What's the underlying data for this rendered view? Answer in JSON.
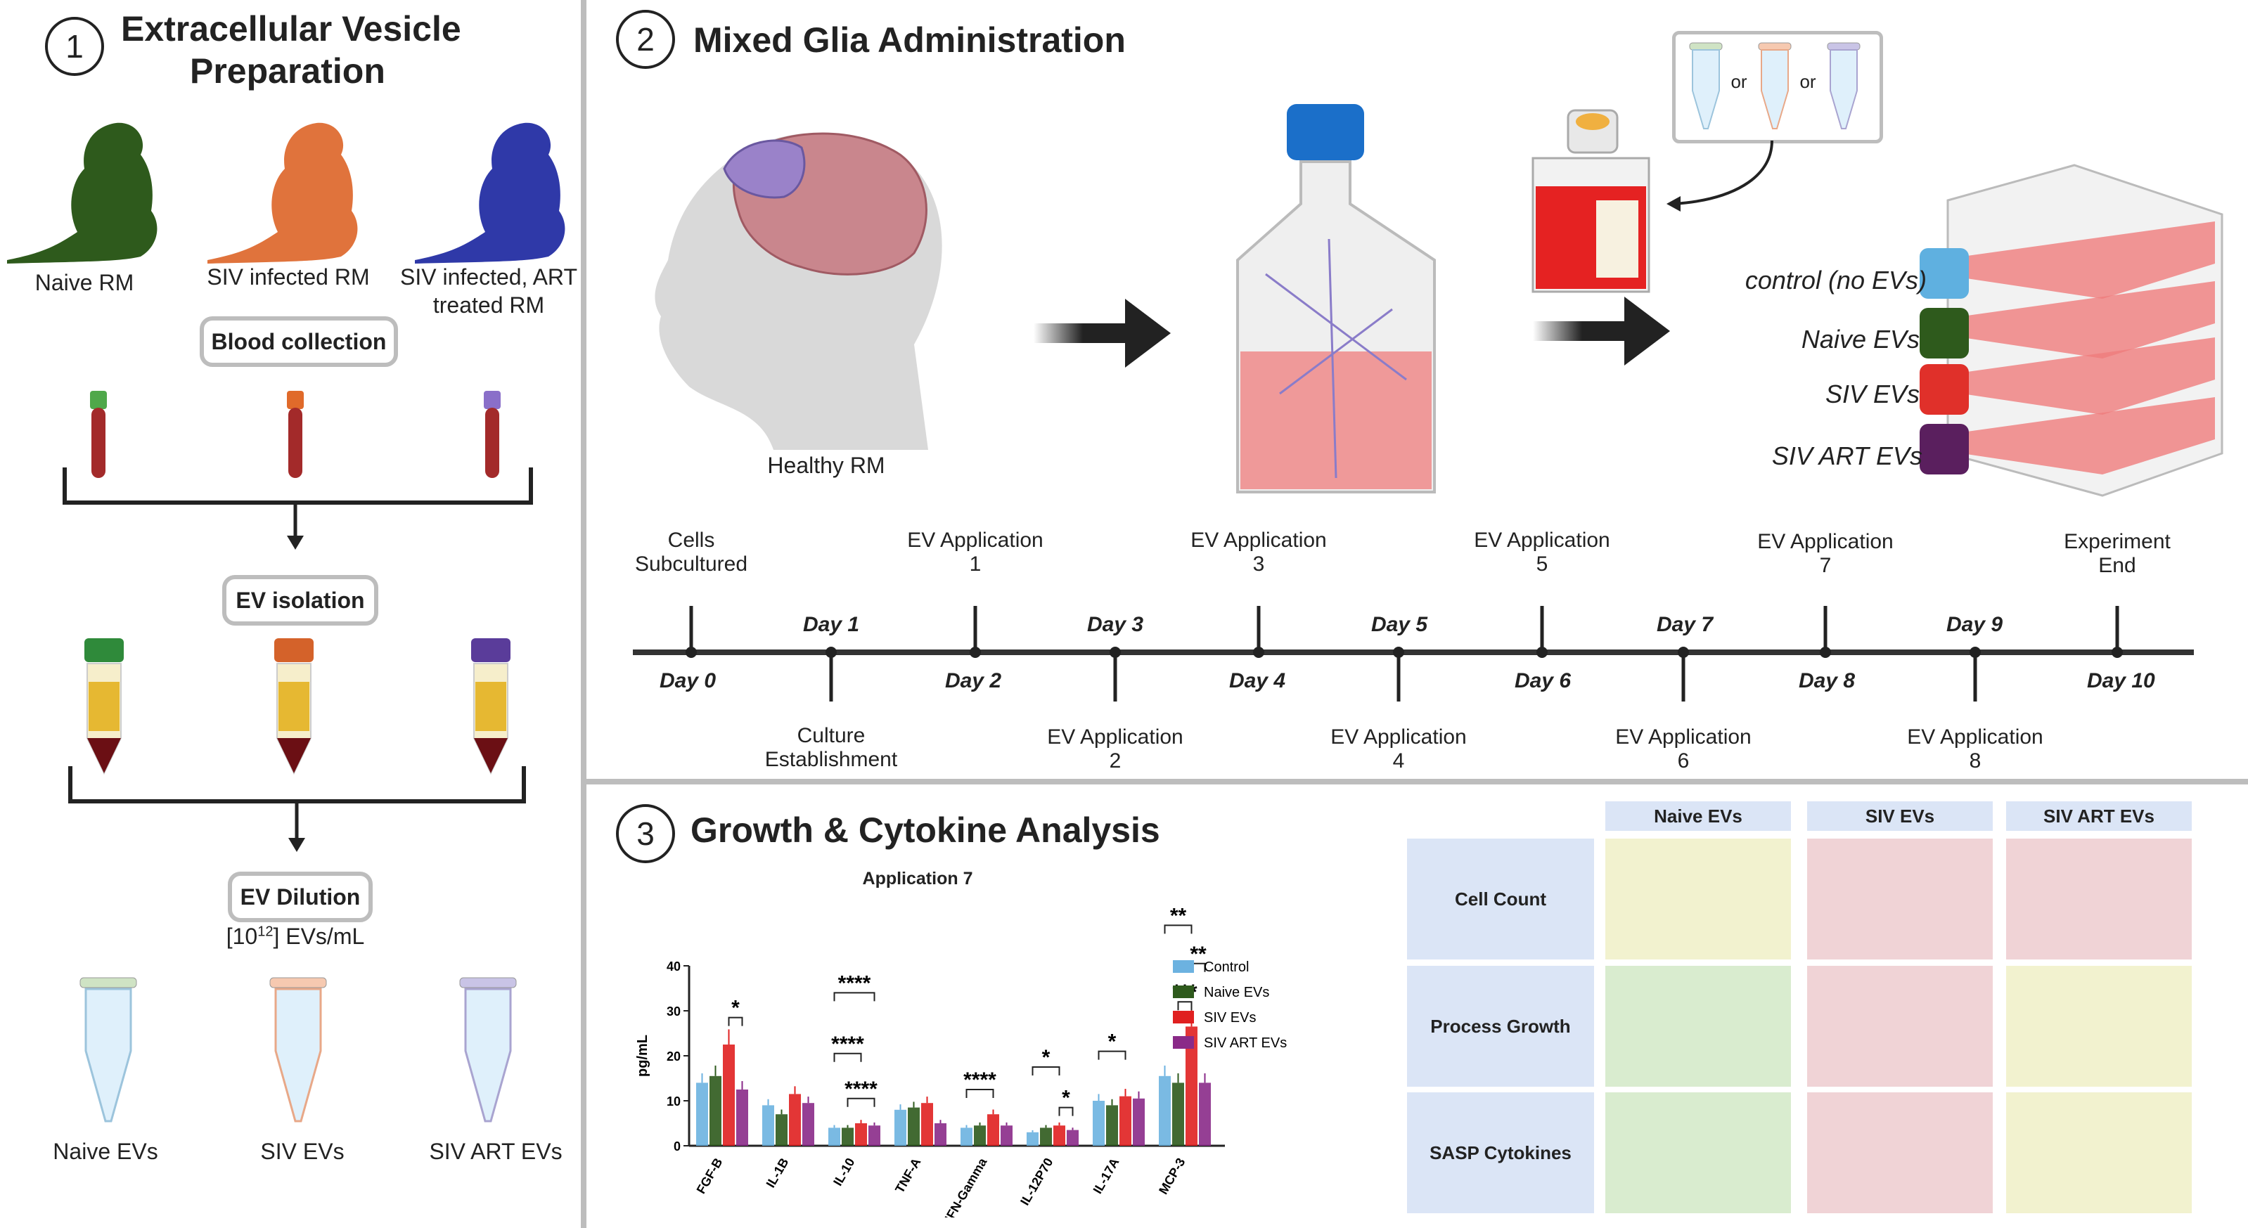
{
  "panel1": {
    "number": "1",
    "title_line1": "Extracellular Vesicle",
    "title_line2": "Preparation",
    "monkeys": [
      {
        "label": "Naive RM",
        "color": "#2e5a1c"
      },
      {
        "label": "SIV infected RM",
        "color": "#e0733c"
      },
      {
        "label_line1": "SIV infected, ART",
        "label_line2": "treated RM",
        "color": "#2f39a8"
      }
    ],
    "step1": "Blood collection",
    "step2": "EV isolation",
    "step3": "EV Dilution",
    "dilution_base": "[10",
    "dilution_exp": "12",
    "dilution_rest": "] EVs/mL",
    "tube_caps": [
      "#4fa84a",
      "#e06a2a",
      "#8a6fc9"
    ],
    "falcon_caps": [
      "#2f8a3a",
      "#d4622a",
      "#5a3c9a"
    ],
    "final": [
      "Naive EVs",
      "SIV EVs",
      "SIV ART EVs"
    ],
    "eppendorf_caps": [
      "#cfe3c4",
      "#f6c9b0",
      "#c9c4e6"
    ]
  },
  "panel2": {
    "number": "2",
    "title": "Mixed Glia Administration",
    "brain_label": "Healthy RM",
    "choice_or1": "or",
    "choice_or2": "or",
    "flask_labels": [
      "control (no EVs)",
      "Naive EVs",
      "SIV EVs",
      "SIV ART EVs"
    ],
    "flask_cap_colors": [
      "#5fb0e0",
      "#2e5a1c",
      "#e0302a",
      "#5a1f5e"
    ],
    "timeline_top": [
      {
        "line1": "Cells",
        "line2": "Subcultured"
      },
      {
        "line1": "EV Application",
        "line2": "1"
      },
      {
        "line1": "EV Application",
        "line2": "3"
      },
      {
        "line1": "EV Application",
        "line2": "5"
      },
      {
        "line1": "EV Application",
        "line2": "7"
      },
      {
        "line1": "Experiment",
        "line2": "End"
      }
    ],
    "timeline_bottom": [
      {
        "line1": "Culture",
        "line2": "Establishment"
      },
      {
        "line1": "EV Application",
        "line2": "2"
      },
      {
        "line1": "EV Application",
        "line2": "4"
      },
      {
        "line1": "EV Application",
        "line2": "6"
      },
      {
        "line1": "EV Application",
        "line2": "8"
      }
    ],
    "days_below": [
      "Day 0",
      "Day 2",
      "Day 4",
      "Day 6",
      "Day 8",
      "Day 10"
    ],
    "days_above": [
      "Day 1",
      "Day 3",
      "Day 5",
      "Day 7",
      "Day 9"
    ]
  },
  "panel3": {
    "number": "3",
    "title": "Growth & Cytokine Analysis",
    "table": {
      "columns": [
        "Naive EVs",
        "SIV EVs",
        "SIV ART EVs"
      ],
      "rows": [
        "Cell Count",
        "Process Growth",
        "SASP Cytokines"
      ],
      "cell_colors": [
        [
          "#f2f2cf",
          "#f0d3d6",
          "#f0d3d6"
        ],
        [
          "#d9eccf",
          "#f0d3d6",
          "#f2f2cf"
        ],
        [
          "#d9eccf",
          "#f0d3d6",
          "#f2f2cf"
        ]
      ]
    }
  },
  "chart_data": {
    "type": "bar",
    "title": "Application 7",
    "ylabel": "pg/mL",
    "xlabel": "",
    "ylim": [
      0,
      40
    ],
    "yticks": [
      0,
      10,
      20,
      30,
      40
    ],
    "categories": [
      "FGF-B",
      "IL-1B",
      "IL-10",
      "TNF-A",
      "IFN-Gamma",
      "IL-12P70",
      "IL-17A",
      "MCP-3"
    ],
    "series": [
      {
        "name": "Control",
        "color": "#6cb2e0",
        "values": [
          14,
          9,
          4,
          8,
          4,
          3,
          10,
          15.5
        ]
      },
      {
        "name": "Naive EVs",
        "color": "#2e5a1c",
        "values": [
          15.5,
          7,
          4,
          8.5,
          4.5,
          4,
          9,
          14
        ]
      },
      {
        "name": "SIV EVs",
        "color": "#e02020",
        "values": [
          22.5,
          11.5,
          5,
          9.5,
          7,
          4.5,
          11,
          26.5
        ]
      },
      {
        "name": "SIV ART EVs",
        "color": "#8a2a88",
        "values": [
          12.5,
          9.5,
          4.5,
          5,
          4.5,
          3.5,
          10.5,
          14
        ]
      }
    ],
    "significance": [
      "*",
      "****",
      "****",
      "****",
      "****",
      "*",
      "*",
      "*",
      "**",
      "**",
      "***"
    ],
    "legend": "right",
    "grid": false
  }
}
